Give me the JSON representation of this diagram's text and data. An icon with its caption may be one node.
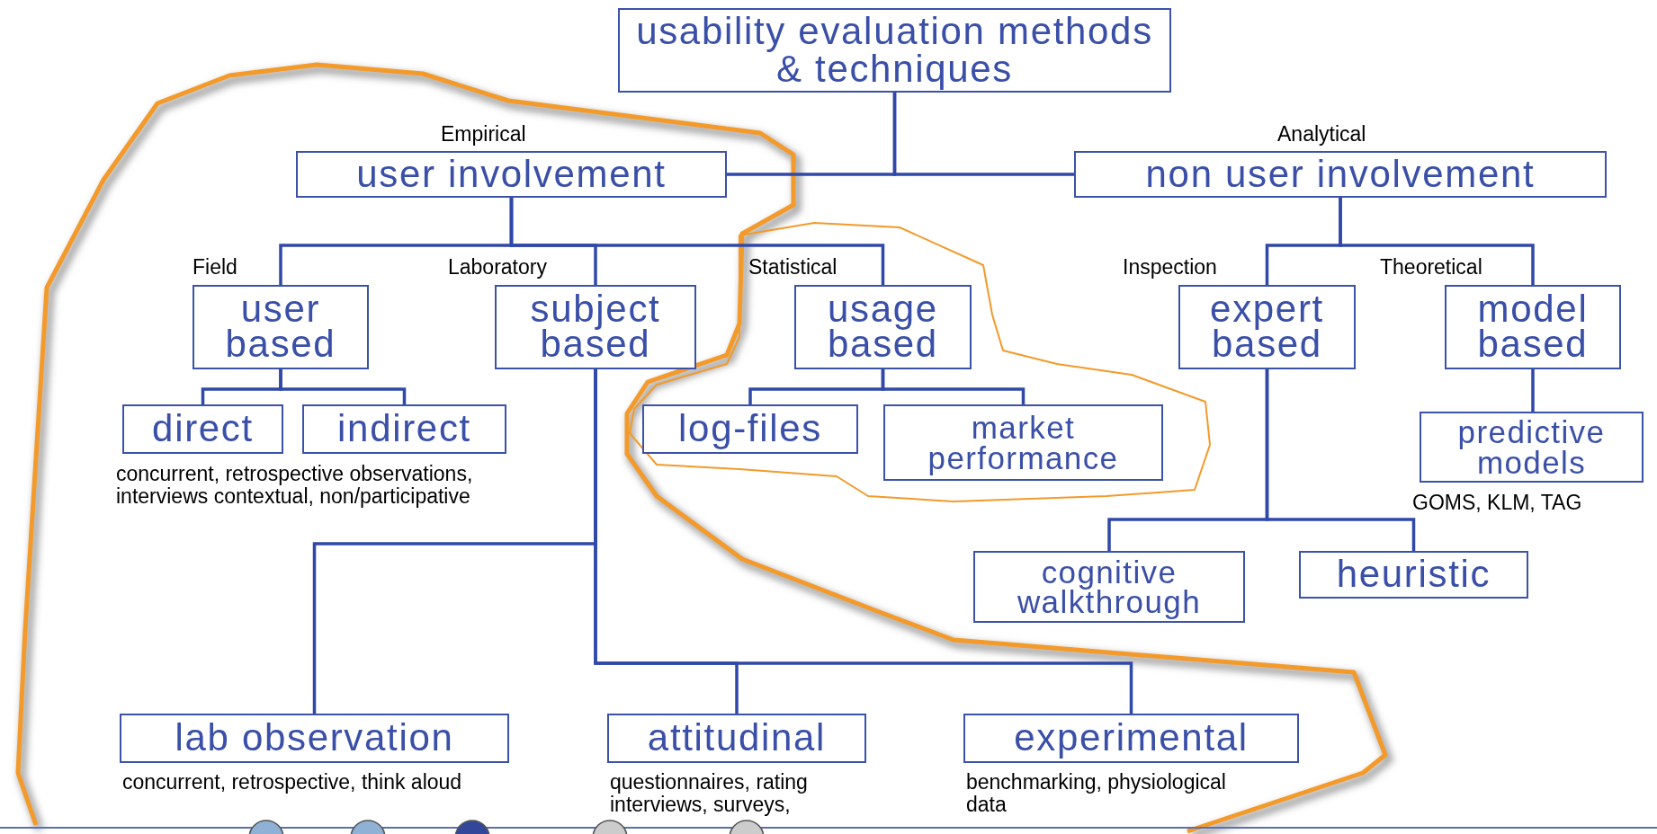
{
  "diagram": {
    "nodes": [
      {
        "text": [
          "usability evaluation methods & techniques"
        ]
      },
      {
        "text": [
          "user involvement"
        ],
        "beside": [
          "Empirical"
        ]
      },
      {
        "text": [
          "non user involvement"
        ],
        "beside": [
          "Analytical"
        ]
      },
      {
        "text": [
          "user based"
        ],
        "beside": [
          "Field"
        ]
      },
      {
        "text": [
          "subject based"
        ],
        "beside": [
          "Laboratory"
        ]
      },
      {
        "text": [
          "usage based"
        ],
        "beside": [
          "Statistical"
        ]
      },
      {
        "text": [
          "expert based"
        ],
        "beside": [
          "Inspection"
        ]
      },
      {
        "text": [
          "model based"
        ],
        "beside": [
          "Theoretical"
        ]
      },
      {
        "text": [
          "direct"
        ]
      },
      {
        "text": [
          "indirect"
        ]
      },
      {
        "text": [
          "log-files"
        ]
      },
      {
        "text": [
          "market performance"
        ]
      },
      {
        "text": [
          "predictive models"
        ],
        "beside": [
          "GOMS, KLM, TAG"
        ]
      },
      {
        "text": [
          "cognitive walkthrough"
        ]
      },
      {
        "text": [
          "heuristic"
        ]
      },
      {
        "text": [
          "lab observation"
        ],
        "beside": [
          "concurrent, retrospective, think aloud"
        ]
      },
      {
        "text": [
          "attitudinal"
        ],
        "beside": [
          "questionnaires, rating interviews, surveys,"
        ]
      },
      {
        "text": [
          "experimental"
        ],
        "beside": [
          "benchmarking, physiological data"
        ]
      }
    ],
    "edges": [
      {
        "from": 0,
        "to": 1,
        "arrow": "none"
      },
      {
        "from": 0,
        "to": 2,
        "arrow": "none"
      },
      {
        "from": 1,
        "to": 3,
        "arrow": "none"
      },
      {
        "from": 1,
        "to": 4,
        "arrow": "none"
      },
      {
        "from": 1,
        "to": 5,
        "arrow": "none"
      },
      {
        "from": 3,
        "to": 8,
        "arrow": "none"
      },
      {
        "from": 3,
        "to": 9,
        "arrow": "none"
      },
      {
        "from": 5,
        "to": 10,
        "arrow": "none"
      },
      {
        "from": 5,
        "to": 11,
        "arrow": "none"
      },
      {
        "from": 2,
        "to": 6,
        "arrow": "none"
      },
      {
        "from": 2,
        "to": 7,
        "arrow": "none"
      },
      {
        "from": 7,
        "to": 12,
        "arrow": "none"
      },
      {
        "from": 6,
        "to": 13,
        "arrow": "none"
      },
      {
        "from": 6,
        "to": 14,
        "arrow": "none"
      },
      {
        "from": 4,
        "to": 15,
        "arrow": "none"
      },
      {
        "from": 4,
        "to": 16,
        "arrow": "none"
      },
      {
        "from": 4,
        "to": 17,
        "arrow": "none"
      }
    ],
    "labels": [
      "concurrent, retrospective observations, interviews contextual, non/participative"
    ]
  }
}
